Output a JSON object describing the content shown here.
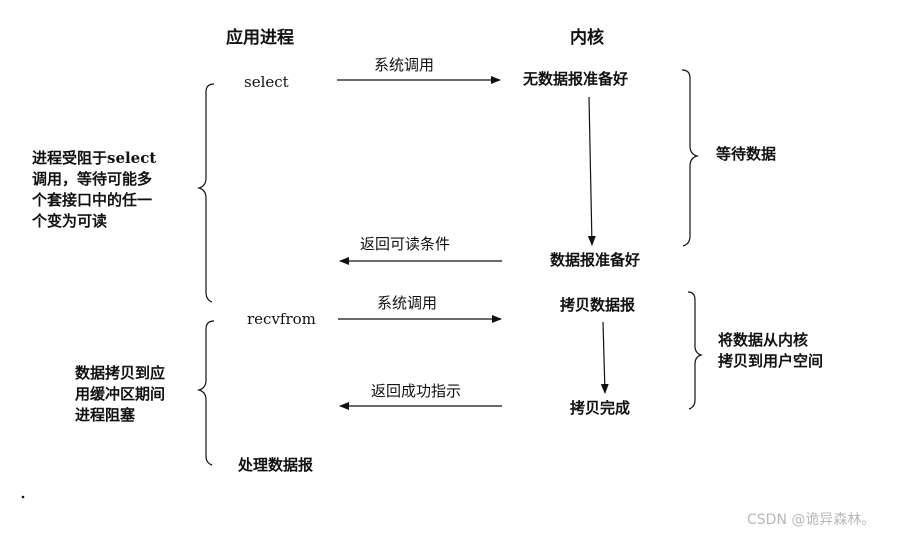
{
  "headers": {
    "app": "应用进程",
    "kernel": "内核"
  },
  "app_calls": {
    "select": "select",
    "recvfrom": "recvfrom",
    "process": "处理数据报"
  },
  "arrows": {
    "syscall_1": "系统调用",
    "return_readable": "返回可读条件",
    "syscall_2": "系统调用",
    "return_success": "返回成功指示"
  },
  "kernel_states": {
    "no_data": "无数据报准备好",
    "data_ready": "数据报准备好",
    "copy_data": "拷贝数据报",
    "copy_done": "拷贝完成"
  },
  "left_notes": {
    "select_block": [
      "进程受阻于select",
      "调用，等待可能多",
      "个套接口中的任一",
      "个变为可读"
    ],
    "copy_block": [
      "数据拷贝到应",
      "用缓冲区期间",
      "进程阻塞"
    ]
  },
  "right_notes": {
    "wait_data": "等待数据",
    "copy_to_user": [
      "将数据从内核",
      "拷贝到用户空间"
    ]
  },
  "watermark": "CSDN @诡异森林。"
}
